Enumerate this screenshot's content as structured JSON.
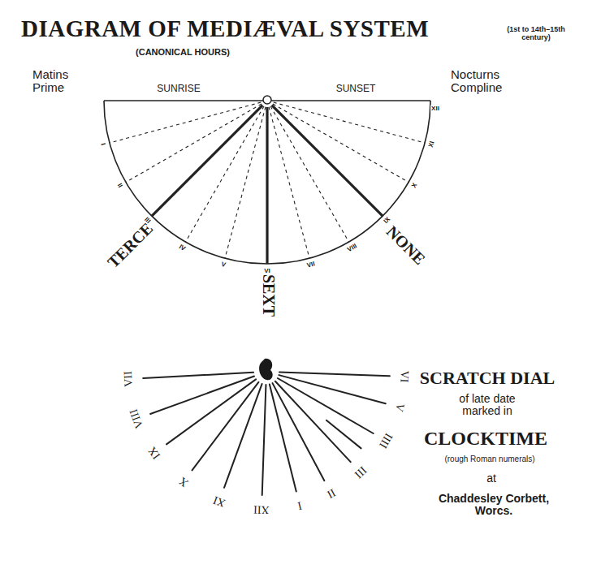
{
  "diagram": {
    "title": "DIAGRAM OF MEDIÆVAL SYSTEM",
    "labels": [
      "(CANONICAL HOURS)",
      "(1st to 14th–15th century)",
      "Matins Prime",
      "SUNRISE",
      "SUNSET",
      "Nocturns Compline",
      "XII",
      "I",
      "II",
      "III",
      "IV",
      "V",
      "VI",
      "VII",
      "VIII",
      "IX",
      "X",
      "XI",
      "TERCE",
      "SEXT",
      "NONE",
      "VII",
      "VIII",
      "IX",
      "X",
      "XI",
      "XII",
      "I",
      "II",
      "III",
      "IIII",
      "V",
      "VI",
      "SCRATCH DIAL",
      "of late date marked in",
      "CLOCKTIME",
      "(rough Roman numerals)",
      "at",
      "Chaddesley Corbett, Worcs."
    ]
  }
}
